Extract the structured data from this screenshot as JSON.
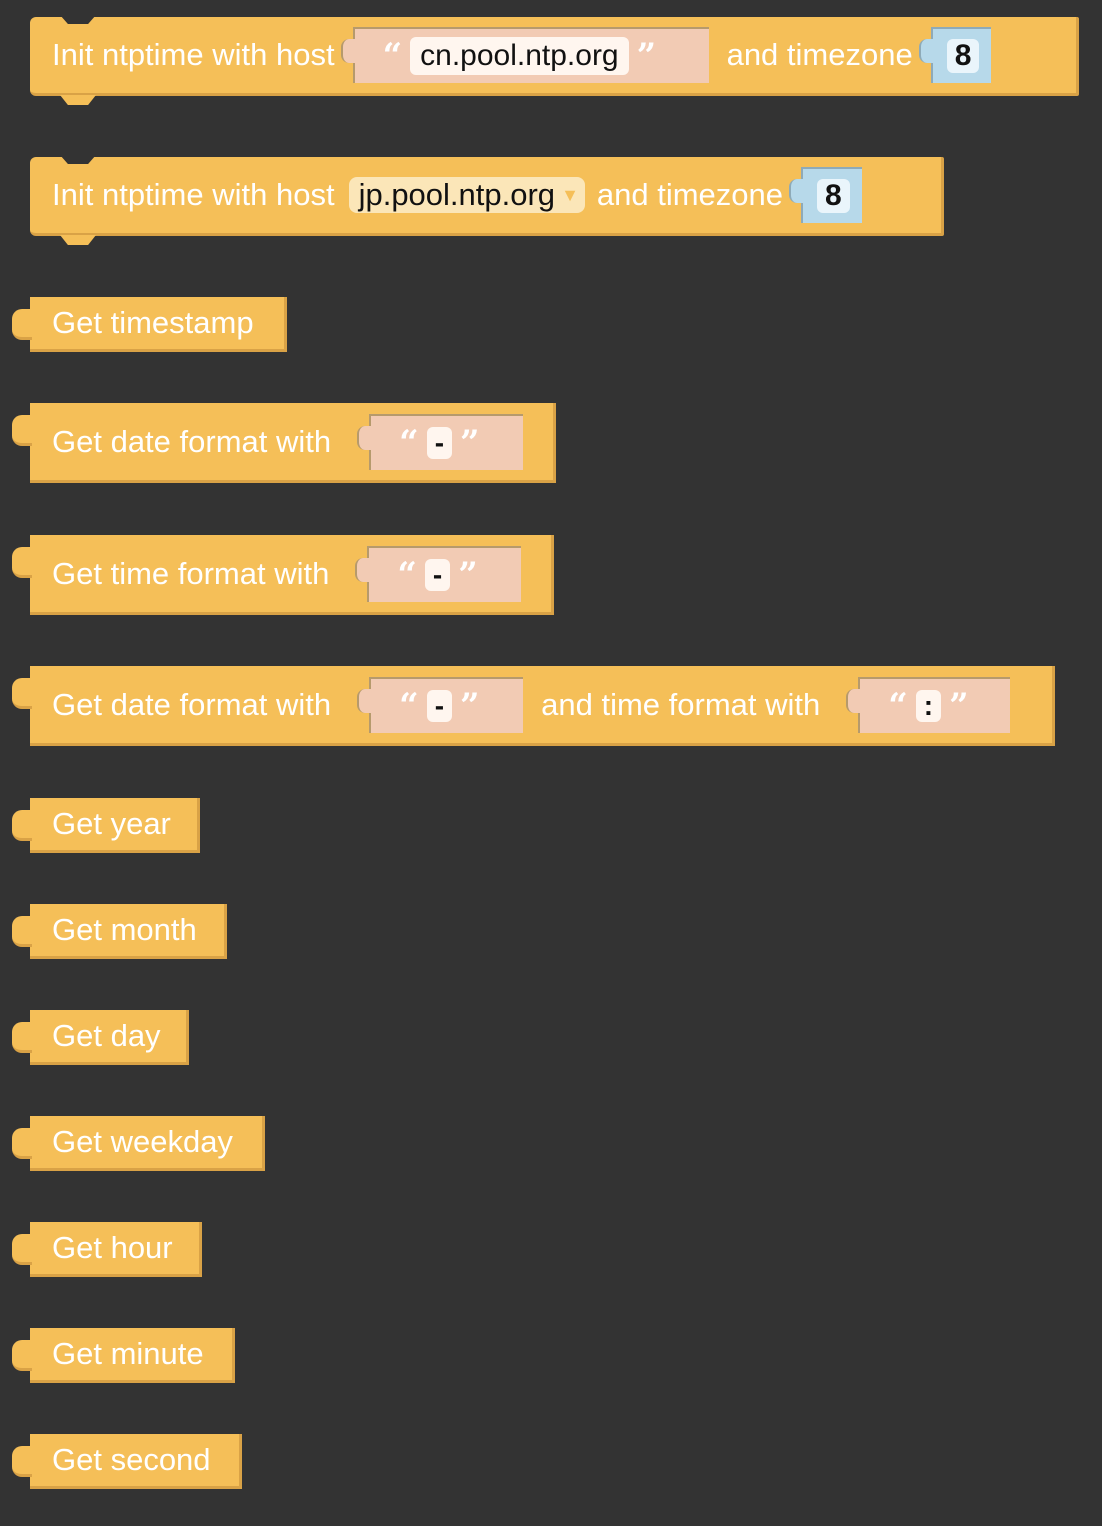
{
  "blocks": {
    "init_text": {
      "label": "Init ntptime with host",
      "host": "cn.pool.ntp.org",
      "timezone_label": "and timezone",
      "timezone": "8"
    },
    "init_dropdown": {
      "label": "Init ntptime with host",
      "host": "jp.pool.ntp.org",
      "timezone_label": "and timezone",
      "timezone": "8"
    },
    "get_timestamp": "Get timestamp",
    "get_date_format": {
      "label": "Get date format with",
      "sep": "-"
    },
    "get_time_format": {
      "label": "Get time format with",
      "sep": "-"
    },
    "get_datetime_format": {
      "label": "Get date format with",
      "date_sep": "-",
      "time_label": "and time format with",
      "time_sep": ":"
    },
    "get_year": "Get year",
    "get_month": "Get month",
    "get_day": "Get day",
    "get_weekday": "Get weekday",
    "get_hour": "Get hour",
    "get_minute": "Get minute",
    "get_second": "Get second"
  },
  "quote_open": "“",
  "quote_close": "”",
  "icons": {
    "dropdown": "caret-down-icon"
  },
  "colors": {
    "block": "#f5bf58",
    "string_slot": "#f2cbb4",
    "number_slot": "#b7d9ea",
    "background": "#333333"
  }
}
